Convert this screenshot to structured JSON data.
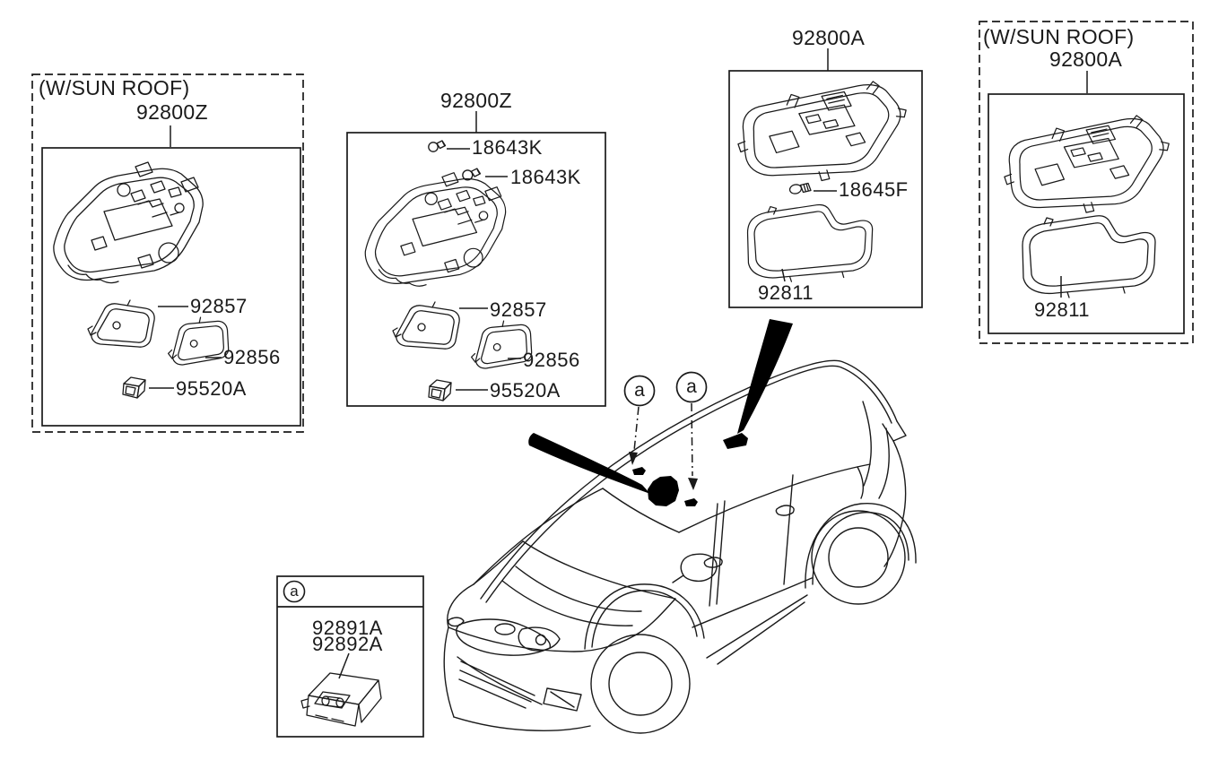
{
  "colors": {
    "line": "#1a1a1a",
    "background": "#ffffff",
    "black_fill": "#000000"
  },
  "panels": {
    "sunroof_z": {
      "variant": "(W/SUN ROOF)",
      "assembly": "92800Z",
      "parts": {
        "lens_map": "92857",
        "lens_room": "92856",
        "switch": "95520A"
      }
    },
    "standard_z": {
      "assembly": "92800Z",
      "parts": {
        "bulb_1": "18643K",
        "bulb_2": "18643K",
        "lens_map": "92857",
        "lens_room": "92856",
        "switch": "95520A"
      }
    },
    "standard_a": {
      "assembly": "92800A",
      "parts": {
        "bulb": "18645F",
        "lens": "92811"
      }
    },
    "sunroof_a": {
      "variant": "(W/SUN ROOF)",
      "assembly": "92800A",
      "parts": {
        "lens": "92811"
      }
    },
    "room_lamp": {
      "callout": "a",
      "parts": {
        "lamp_1": "92891A",
        "lamp_2": "92892A"
      }
    }
  },
  "vehicle": {
    "callouts": {
      "left": "a",
      "right": "a"
    }
  }
}
